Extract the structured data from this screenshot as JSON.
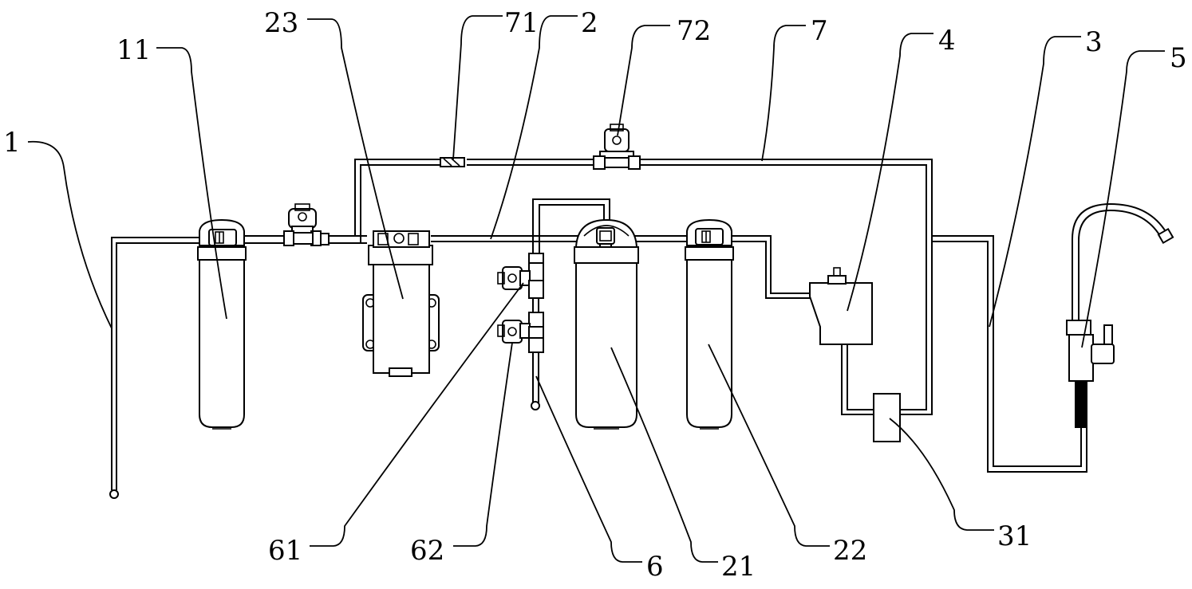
{
  "labels": {
    "inlet": "1",
    "prefilter": "11",
    "pipe_main": "2",
    "pump": "23",
    "valve_bypass": "71",
    "valve_upper": "72",
    "bypass_pipe": "7",
    "tank": "4",
    "outlet_pipe": "3",
    "faucet": "5",
    "valve_61": "61",
    "valve_62": "62",
    "drain": "6",
    "filter_ro": "21",
    "filter_post": "22",
    "box_31": "31"
  }
}
